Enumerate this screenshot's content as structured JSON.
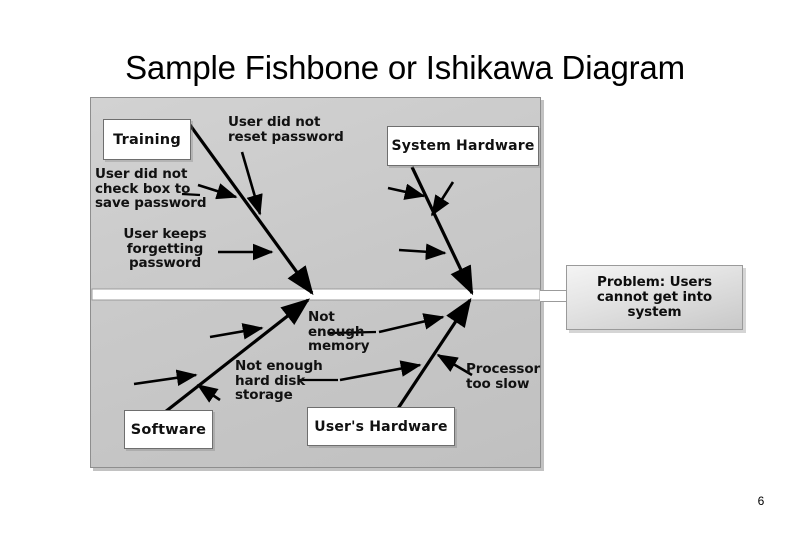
{
  "slide": {
    "title": "Sample Fishbone or Ishikawa Diagram",
    "page_number": "6",
    "background_color": "#ffffff"
  },
  "figure": {
    "panel_color": "#cacaca",
    "panel_border_color": "#8e8e8e",
    "spine_color": "#ffffff",
    "bone_color": "#000000"
  },
  "diagram": {
    "type": "fishbone",
    "effect": {
      "label": "Problem: Users\ncannot get into\nsystem",
      "box_fill": "#e9e9e9",
      "box_border": "#9a9a9a"
    },
    "categories": [
      {
        "name": "Training",
        "position": "upper-left",
        "box_fill": "#ffffff",
        "causes": [
          "User did not\nreset password",
          "User did not\ncheck box to\nsave password",
          "User keeps\nforgetting\npassword"
        ]
      },
      {
        "name": "System Hardware",
        "position": "upper-right",
        "box_fill": "#ffffff",
        "causes": []
      },
      {
        "name": "Software",
        "position": "lower-left",
        "box_fill": "#ffffff",
        "causes": []
      },
      {
        "name": "User's Hardware",
        "position": "lower-right",
        "box_fill": "#ffffff",
        "causes": [
          "Not\nenough\nmemory",
          "Not enough\nhard disk\nstorage",
          "Processor\ntoo slow"
        ]
      }
    ],
    "cause_labels": {
      "reset_password": "User did not\nreset password",
      "check_box": "User did not\ncheck box to\nsave password",
      "forgetting": "User keeps\nforgetting\npassword",
      "memory": "Not\nenough\nmemory",
      "hard_disk": "Not enough\nhard disk\nstorage",
      "processor": "Processor\ntoo slow"
    },
    "category_labels": {
      "training": "Training",
      "system_hardware": "System Hardware",
      "software": "Software",
      "users_hardware": "User's Hardware"
    }
  }
}
